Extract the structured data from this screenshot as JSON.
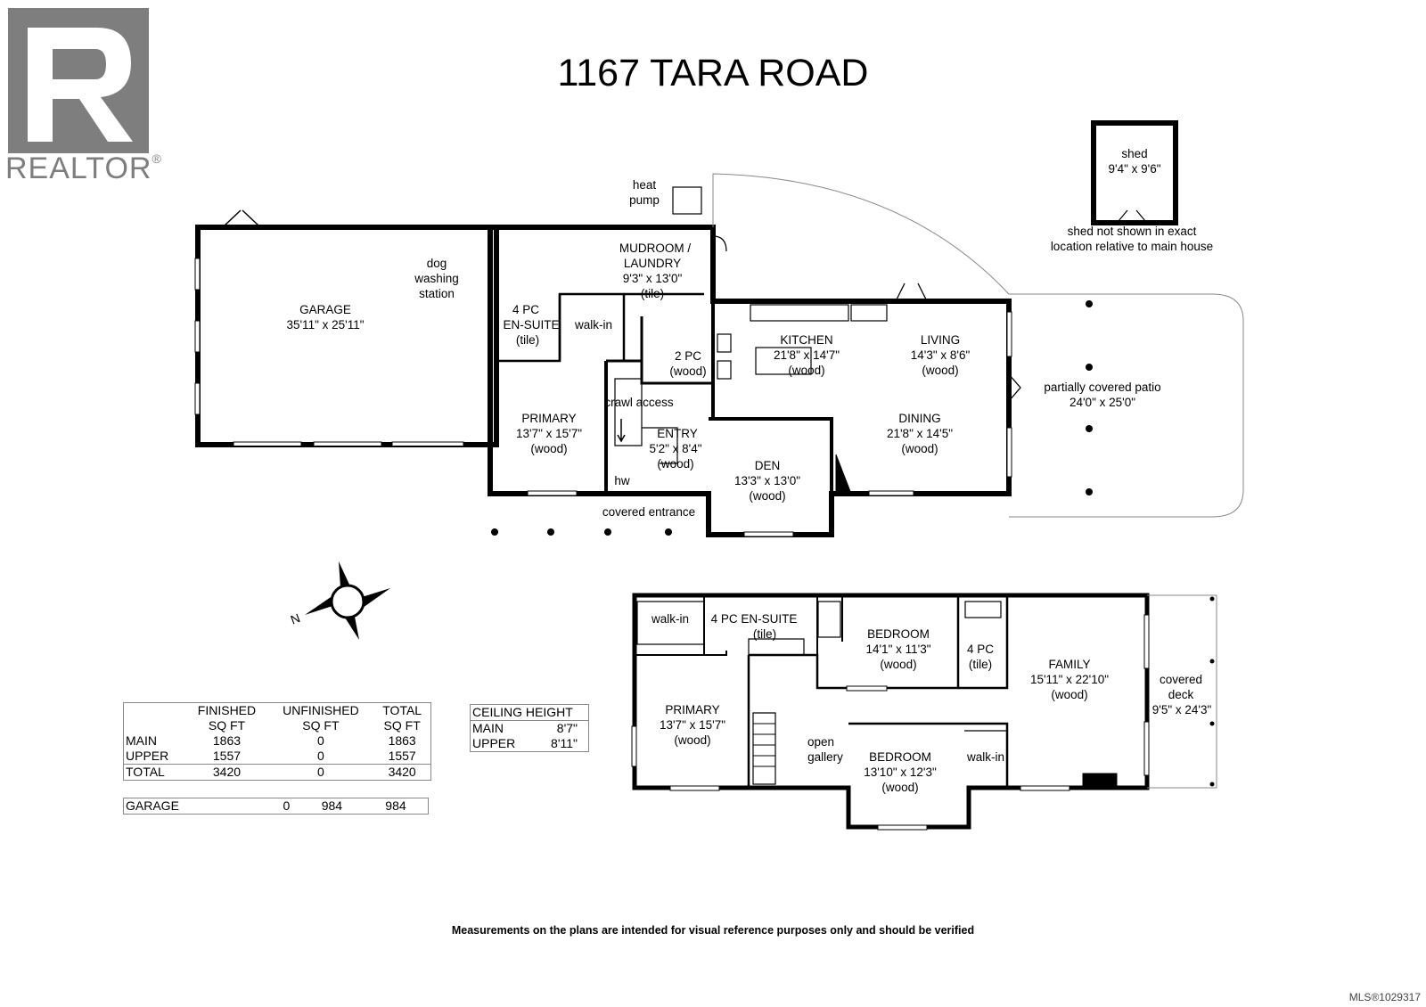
{
  "logo": {
    "icon": "realtor-r-logo-icon",
    "wordmark": "REALTOR",
    "reg": "®"
  },
  "title": "1167 TARA ROAD",
  "main_floor": {
    "rooms": [
      {
        "id": "garage",
        "name": "GARAGE",
        "dims": "35'11\" x 25'11\""
      },
      {
        "id": "heat_pump",
        "lines": [
          "heat",
          "pump"
        ]
      },
      {
        "id": "dog_washing",
        "lines": [
          "dog",
          "washing",
          "station"
        ]
      },
      {
        "id": "ensuite",
        "name": "4 PC",
        "name2": "EN-SUITE",
        "floor": "(tile)"
      },
      {
        "id": "walkin",
        "name": "walk-in"
      },
      {
        "id": "mudroom",
        "name": "MUDROOM /",
        "name2": "LAUNDRY",
        "dims": "9'3\" x 13'0\"",
        "floor": "(tile)"
      },
      {
        "id": "two_pc",
        "name": "2 PC",
        "floor": "(wood)"
      },
      {
        "id": "crawl",
        "name": "crawl access"
      },
      {
        "id": "primary",
        "name": "PRIMARY",
        "dims": "13'7\" x 15'7\"",
        "floor": "(wood)"
      },
      {
        "id": "entry",
        "name": "ENTRY",
        "dims": "5'2\" x 8'4\"",
        "floor": "(wood)"
      },
      {
        "id": "hw",
        "name": "hw"
      },
      {
        "id": "covered_entrance",
        "name": "covered entrance"
      },
      {
        "id": "den",
        "name": "DEN",
        "dims": "13'3\" x 13'0\"",
        "floor": "(wood)"
      },
      {
        "id": "kitchen",
        "name": "KITCHEN",
        "dims": "21'8\" x 14'7\"",
        "floor": "(wood)"
      },
      {
        "id": "living",
        "name": "LIVING",
        "dims": "14'3\" x 8'6\"",
        "floor": "(wood)"
      },
      {
        "id": "dining",
        "name": "DINING",
        "dims": "21'8\" x 14'5\"",
        "floor": "(wood)"
      },
      {
        "id": "patio",
        "name": "partially covered patio",
        "dims": "24'0\" x 25'0\""
      },
      {
        "id": "shed",
        "name": "shed",
        "dims": "9'4\" x 9'6\""
      },
      {
        "id": "shed_note",
        "lines": [
          "shed not shown in exact",
          "location relative to main house"
        ]
      }
    ]
  },
  "upper_floor": {
    "rooms": [
      {
        "id": "walkin_1",
        "name": "walk-in"
      },
      {
        "id": "ensuite",
        "name": "4 PC EN-SUITE",
        "floor": "(tile)"
      },
      {
        "id": "bedroom_1",
        "name": "BEDROOM",
        "dims": "14'1\" x 11'3\"",
        "floor": "(wood)"
      },
      {
        "id": "four_pc",
        "name": "4 PC",
        "floor": "(tile)"
      },
      {
        "id": "family",
        "name": "FAMILY",
        "dims": "15'11\" x 22'10\"",
        "floor": "(wood)"
      },
      {
        "id": "covered_deck",
        "lines": [
          "covered",
          "deck",
          "9'5\" x 24'3\""
        ]
      },
      {
        "id": "primary",
        "name": "PRIMARY",
        "dims": "13'7\" x 15'7\"",
        "floor": "(wood)"
      },
      {
        "id": "open_gallery",
        "lines": [
          "open",
          "gallery"
        ]
      },
      {
        "id": "bedroom_2",
        "name": "BEDROOM",
        "dims": "13'10\" x 12'3\"",
        "floor": "(wood)"
      },
      {
        "id": "walkin_2",
        "name": "walk-in"
      }
    ]
  },
  "compass": {
    "icon": "compass-icon",
    "label": "N"
  },
  "area_table": {
    "headers": [
      [
        "",
        "FINISHED",
        "UNFINISHED",
        "TOTAL"
      ],
      [
        "",
        "SQ FT",
        "SQ FT",
        "SQ FT"
      ]
    ],
    "rows": [
      [
        "MAIN",
        "1863",
        "0",
        "1863"
      ],
      [
        "UPPER",
        "1557",
        "0",
        "1557"
      ],
      [
        "TOTAL",
        "3420",
        "0",
        "3420"
      ]
    ],
    "garage": [
      "GARAGE",
      "0",
      "984",
      "984"
    ]
  },
  "ceiling": {
    "title": "CEILING HEIGHT",
    "rows": [
      [
        "MAIN",
        "8'7\""
      ],
      [
        "UPPER",
        "8'11\""
      ]
    ]
  },
  "disclaimer": "Measurements on the plans are intended for visual reference purposes only and should be verified",
  "mls": "MLS®1029317"
}
